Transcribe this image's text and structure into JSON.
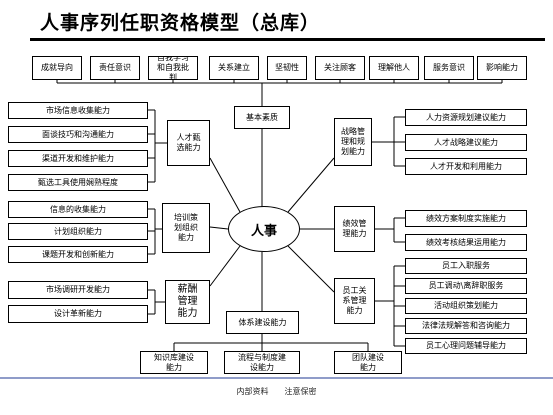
{
  "title": "人事序列任职资格模型（总库）",
  "hub": "人事",
  "top_row": [
    "成就导向",
    "责任意识",
    "自我学习\n和自我批\n判",
    "关系建立",
    "坚韧性",
    "关注顾客",
    "理解他人",
    "服务意识",
    "影响能力"
  ],
  "groups": {
    "basic": "基本素质",
    "recruit": "人才甄\n选能力",
    "training": "培训策\n划组织\n能力",
    "salary": "薪酬\n管理\n能力",
    "strategy": "战略管\n理和规\n划能力",
    "performance": "绩效管\n理能力",
    "employee": "员工关\n系管理\n能力",
    "system": "体系建设能力"
  },
  "recruit_items": [
    "市场信息收集能力",
    "面谈技巧和沟通能力",
    "渠道开发和维护能力",
    "甄选工具使用娴熟程度"
  ],
  "training_items": [
    "信息的收集能力",
    "计划组织能力",
    "课题开发和创新能力"
  ],
  "salary_items": [
    "市场调研开发能力",
    "设计革新能力"
  ],
  "strategy_items": [
    "人力资源规划建议能力",
    "人才战略建议能力",
    "人才开发和利用能力"
  ],
  "performance_items": [
    "绩效方案制度实施能力",
    "绩效考核结果运用能力"
  ],
  "employee_items": [
    "员工入职服务",
    "员工调动\\离辞职服务",
    "活动组织策划能力",
    "法律法规解答和咨询能力",
    "员工心理问题辅导能力"
  ],
  "system_items": [
    "知识库建设\n能力",
    "流程与制度建\n设能力",
    "团队建设\n能力"
  ],
  "footer": "内部资料　　注意保密"
}
